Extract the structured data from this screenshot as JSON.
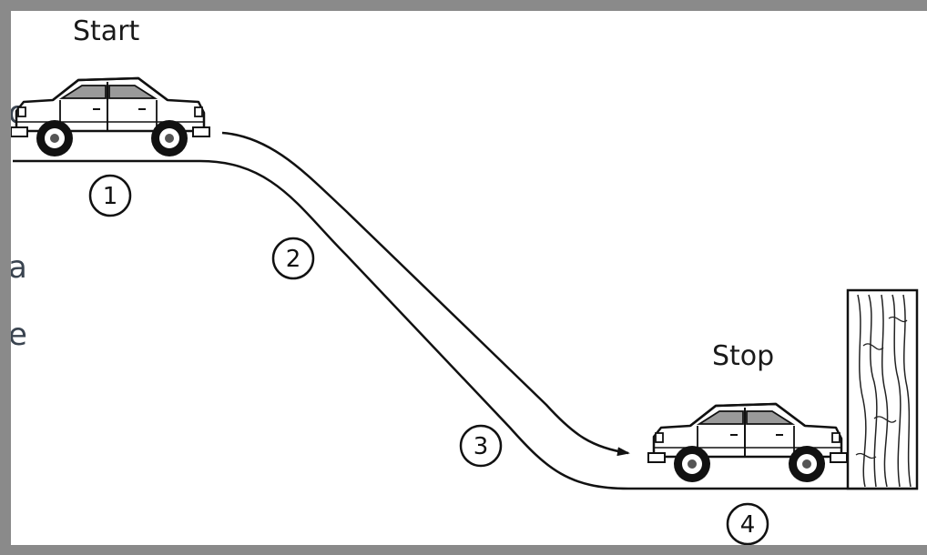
{
  "labels": {
    "start": "Start",
    "stop": "Stop"
  },
  "markers": [
    "1",
    "2",
    "3",
    "4"
  ],
  "bleed_text": [
    "o",
    "a",
    "e"
  ],
  "colors": {
    "background": "#8a8a8a",
    "panel": "#ffffff",
    "line": "#111111",
    "car_window": "#9a9a9a"
  },
  "icons": {
    "car": "car-icon",
    "wall": "wooden-wall-icon",
    "arrow": "direction-arrow-icon"
  }
}
